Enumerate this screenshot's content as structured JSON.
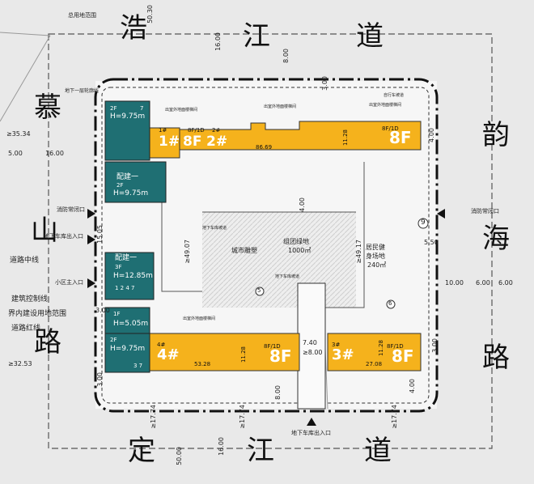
{
  "roads": {
    "north": [
      "浩",
      "江",
      "道"
    ],
    "east": [
      "韵",
      "海",
      "路"
    ],
    "south": [
      "定",
      "江",
      "道"
    ],
    "west": [
      "慕",
      "山",
      "路"
    ]
  },
  "labels": {
    "total_site_range": "总用地范围",
    "road_centerline": "道路中线",
    "building_control_line": "建筑控制线",
    "boundary_building_range": "界内建设用地范围",
    "road_red_line": "道路红线",
    "fire_exit_west": "消防常闭口",
    "fire_exit_east": "消防常闭口",
    "garage_exit_west": "地下车库出入口",
    "garage_exit_south": "地下车库出入口",
    "community_main_entrance": "小区主入口",
    "group_green": "组团绿地",
    "group_green_area": "1000㎡",
    "sculpture": "城市雕塑",
    "fitness": "居民健",
    "fitness2": "身场地",
    "fitness_area": "240㎡",
    "basement_line_top": "地下一层轮廓线",
    "outdoor_stair_1": "出室外地面楼梯间",
    "outdoor_stair_2": "出室外地面楼梯间",
    "outdoor_stair_3": "出室外地面楼梯间",
    "outdoor_stair_4": "出室外地面楼梯间",
    "basement_ramp_1": "地下车库坡道",
    "basement_ramp_2": "地下车库坡道",
    "bicycle_ramp": "自行车坡道"
  },
  "buildings": {
    "b1": {
      "name": "1#",
      "floors": "8F",
      "tag": "8F/1D",
      "num": "1#"
    },
    "b2": {
      "name": "2#",
      "floors": "8F",
      "tag": "8F/1D",
      "num": "2#",
      "height": "11.28",
      "length": "86.69"
    },
    "b3": {
      "name": "3#",
      "floors": "8F",
      "tag": "8F/1D",
      "num": "3#",
      "height": "11.28",
      "length": "27.08"
    },
    "b4": {
      "name": "4#",
      "floors": "8F",
      "tag": "8F/1D",
      "num": "4#",
      "height": "11.28",
      "length": "53.28"
    },
    "teal_top": {
      "f": "2F",
      "h": "H=9.75m",
      "n": "7"
    },
    "teal_peidian1": {
      "name": "配建一",
      "f": "2F",
      "h": "H=9.75m"
    },
    "teal_peidian2": {
      "name": "配建一",
      "f": "3F",
      "h": "H=12.85m",
      "seq": "1 2 4 7"
    },
    "teal_1f": {
      "f": "1F",
      "h": "H=5.05m"
    },
    "teal_bottom": {
      "f": "2F",
      "h": "H=9.75m",
      "n": "3 7"
    }
  },
  "dimensions": {
    "d_50_30": "50.30",
    "d_16_00": "16.00",
    "d_8_00_top": "8.00",
    "d_3_00_top": "3.00",
    "d_35_34": "≥35.34",
    "d_5_00_left": "5.00",
    "d_16_00_left": "16.00",
    "d_15_05": "15.05",
    "d_3_00_left": "3.00",
    "d_32_53": "≥32.53",
    "d_4_00_right": "4.00",
    "d_4_00_mid": "4.00",
    "d_49_07": "≥49.07",
    "d_49_17": "≥49.17",
    "d_5_50": "5.50",
    "d_10_00": "10.00",
    "d_6_00a": "6.00",
    "d_6_00b": "6.00",
    "d_7_40": "7.40",
    "d_8_00_mid": "≥8.00",
    "d_3_00_right": "3.00",
    "d_17_74a": "≥17.74",
    "d_17_74b": "≥17.74",
    "d_17_74c": "≥17.74",
    "d_8_00_bot": "8.00",
    "d_16_00_bot": "16.00",
    "d_50_00": "50.00",
    "d_4_00_bot": "4.00",
    "d_3_00_bot": "3.00",
    "circle_5": "5",
    "circle_6": "6",
    "circle_9": "9"
  },
  "colors": {
    "orange": "#F5B21C",
    "teal": "#1F6F73",
    "road_bg": "#E4E4E4"
  }
}
